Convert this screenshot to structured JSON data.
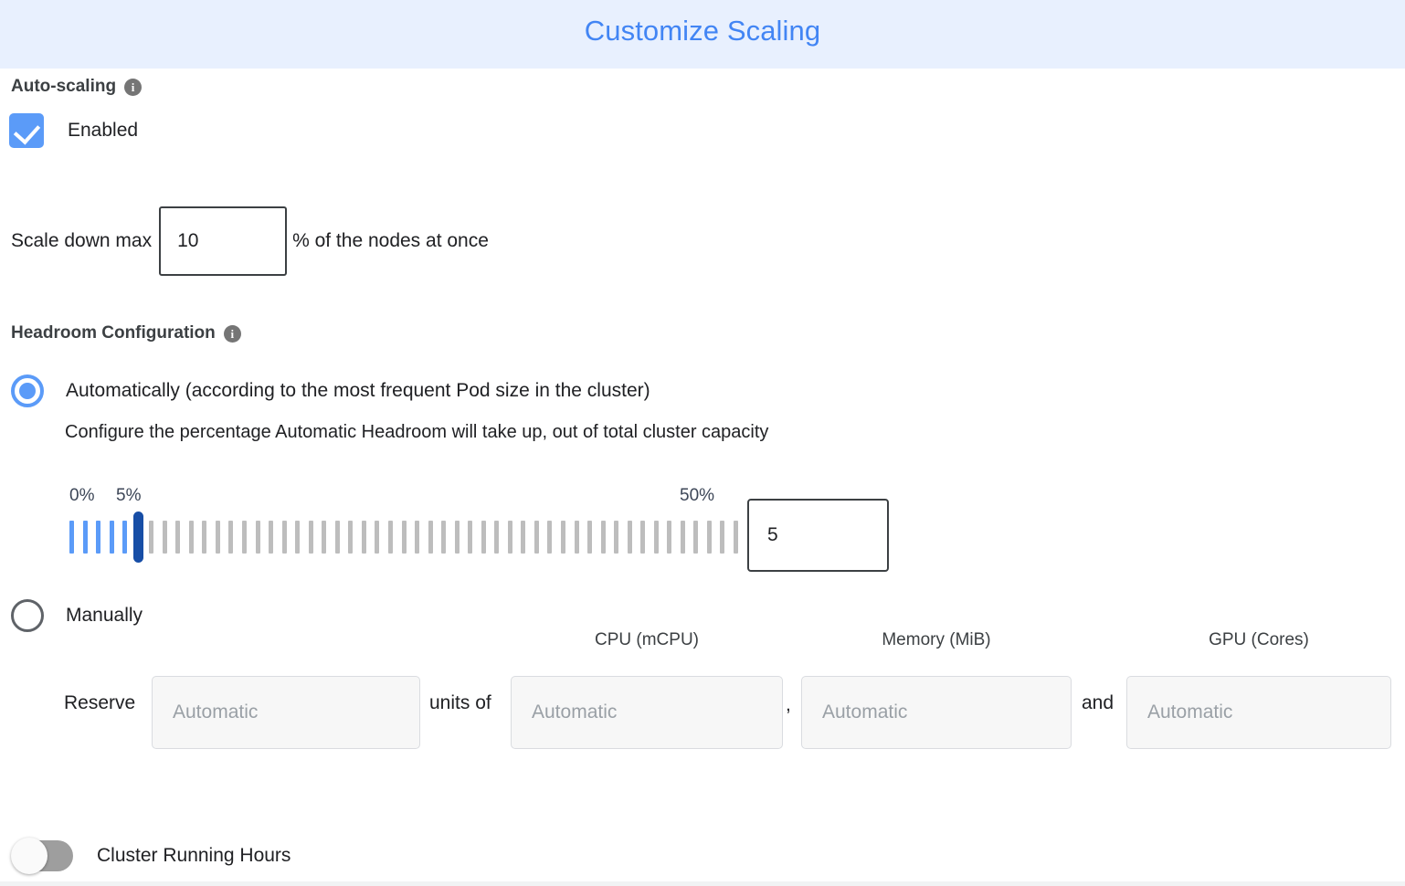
{
  "dialog": {
    "title": "Customize Scaling",
    "title_color": "#4285f4",
    "header_bg": "#e8f0fe"
  },
  "autoscaling": {
    "heading": "Auto-scaling",
    "info_glyph": "i",
    "checkbox_label": "Enabled",
    "checkbox_checked": true,
    "accent_color": "#5b9bf8"
  },
  "scale_down": {
    "label": "Scale down max",
    "value": "10",
    "suffix": "% of the nodes at once"
  },
  "headroom": {
    "heading": "Headroom Configuration",
    "info_glyph": "i",
    "option_auto": {
      "label": "Automatically (according to the most frequent Pod size in the cluster)",
      "selected": true,
      "description": "Configure the percentage Automatic Headroom will take up, out of total cluster capacity"
    },
    "option_manual": {
      "label": "Manually",
      "selected": false
    },
    "slider": {
      "min_label": "0%",
      "current_label": "5%",
      "max_label": "50%",
      "min": 0,
      "max": 50,
      "value": 5,
      "tick_count": 51,
      "value_text": "5",
      "filled_color": "#5b9bf8",
      "empty_color": "#bdbdbd",
      "thumb_color": "#174ea6",
      "label_color": "#3c4657"
    },
    "reserve": {
      "label": "Reserve",
      "units_word": "units of",
      "comma": ",",
      "and_word": "and",
      "fields": [
        {
          "name": "units",
          "caption": "",
          "placeholder": "Automatic",
          "value": "",
          "disabled": true
        },
        {
          "name": "cpu",
          "caption": "CPU (mCPU)",
          "placeholder": "Automatic",
          "value": "",
          "disabled": true
        },
        {
          "name": "memory",
          "caption": "Memory (MiB)",
          "placeholder": "Automatic",
          "value": "",
          "disabled": true
        },
        {
          "name": "gpu",
          "caption": "GPU (Cores)",
          "placeholder": "Automatic",
          "value": "",
          "disabled": true
        }
      ]
    }
  },
  "cluster_running_hours": {
    "label": "Cluster Running Hours",
    "enabled": false,
    "off_color": "#9e9e9e"
  }
}
